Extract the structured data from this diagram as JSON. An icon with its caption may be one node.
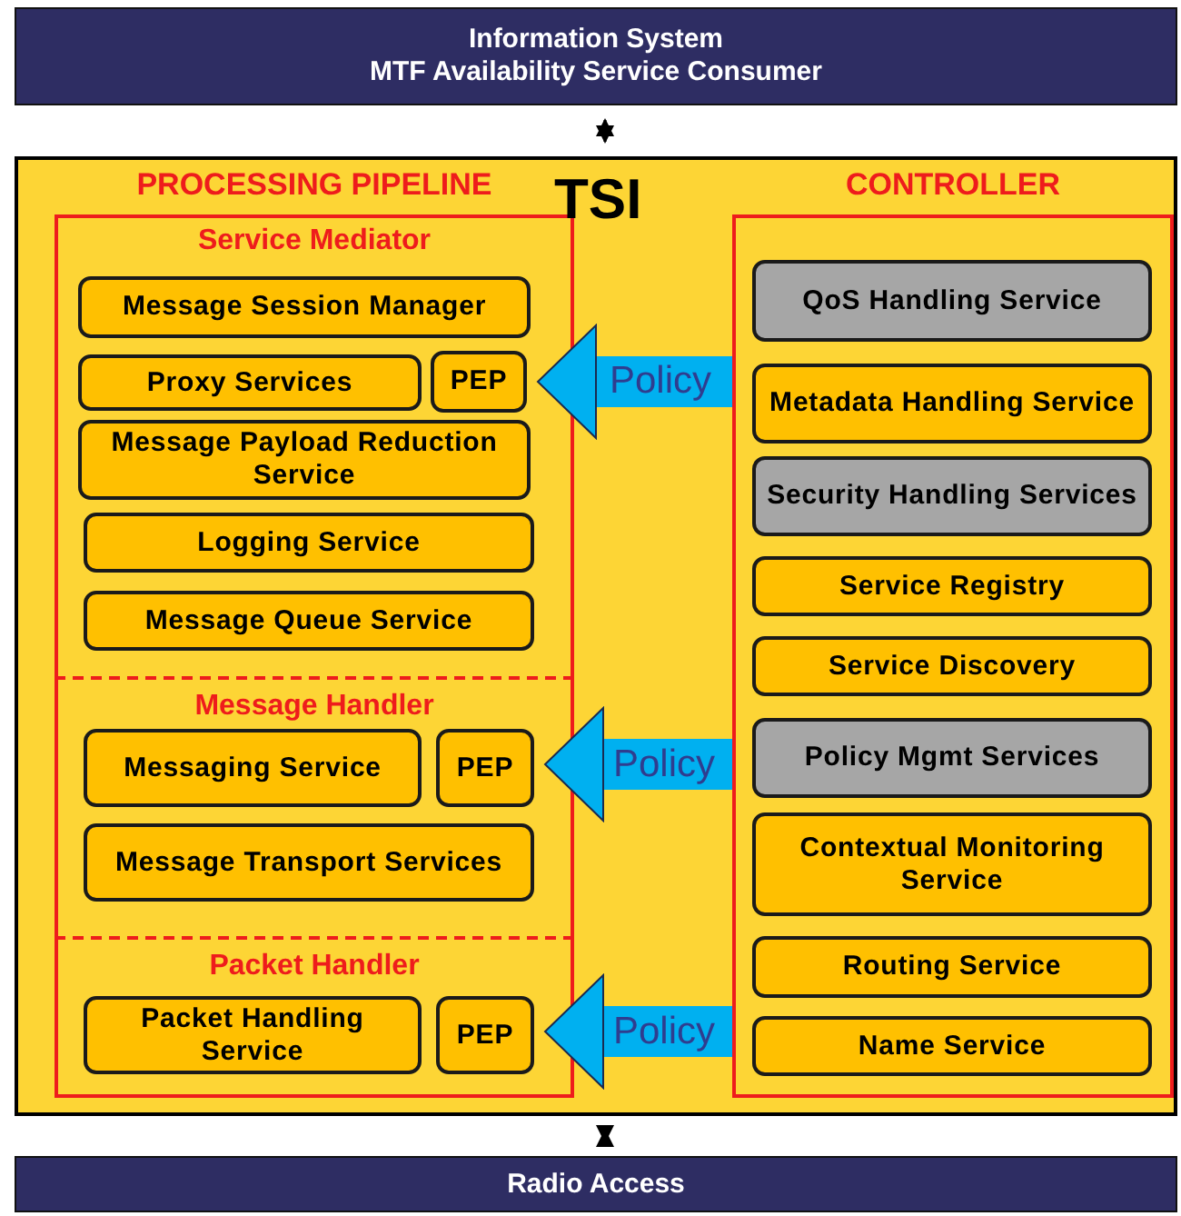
{
  "diagram": {
    "nodes": [
      {
        "text": [
          "Information System",
          "MTF Availability Service Consumer"
        ]
      },
      {
        "text": [
          "TSI"
        ]
      },
      {
        "text": [
          "PROCESSING PIPELINE"
        ],
        "in": 1
      },
      {
        "text": [
          "Service Mediator"
        ],
        "in": 2
      },
      {
        "text": [
          "Message Session Manager"
        ],
        "in": 3
      },
      {
        "text": [
          "Proxy Services"
        ],
        "in": 3
      },
      {
        "text": [
          "PEP"
        ],
        "in": 3
      },
      {
        "text": [
          "Message Payload Reduction Service"
        ],
        "in": 3
      },
      {
        "text": [
          "Logging Service"
        ],
        "in": 3
      },
      {
        "text": [
          "Message Queue Service"
        ],
        "in": 3
      },
      {
        "text": [
          "Message Handler"
        ],
        "in": 2
      },
      {
        "text": [
          "Messaging Service"
        ],
        "in": 10
      },
      {
        "text": [
          "PEP"
        ],
        "in": 10
      },
      {
        "text": [
          "Message Transport Services"
        ],
        "in": 10
      },
      {
        "text": [
          "Packet Handler"
        ],
        "in": 2
      },
      {
        "text": [
          "Packet Handling Service"
        ],
        "in": 14
      },
      {
        "text": [
          "PEP"
        ],
        "in": 14
      },
      {
        "text": [
          "CONTROLLER"
        ],
        "in": 1
      },
      {
        "text": [
          "QoS Handling Service"
        ],
        "in": 17
      },
      {
        "text": [
          "Metadata Handling Service"
        ],
        "in": 17
      },
      {
        "text": [
          "Security Handling Services"
        ],
        "in": 17
      },
      {
        "text": [
          "Service Registry"
        ],
        "in": 17
      },
      {
        "text": [
          "Service Discovery"
        ],
        "in": 17
      },
      {
        "text": [
          "Policy Mgmt Services"
        ],
        "in": 17
      },
      {
        "text": [
          "Contextual Monitoring Service"
        ],
        "in": 17
      },
      {
        "text": [
          "Routing Service"
        ],
        "in": 17
      },
      {
        "text": [
          "Name Service"
        ],
        "in": 17
      },
      {
        "text": [
          "Radio Access"
        ]
      }
    ],
    "edges": [
      {
        "from": 0,
        "to": 1,
        "arrow": "both",
        "color": "#000000"
      },
      {
        "from": 1,
        "to": 27,
        "arrow": "both",
        "color": "#000000"
      },
      {
        "from": 17,
        "to": 6,
        "arrow": "to",
        "label": "Policy"
      },
      {
        "from": 17,
        "to": 12,
        "arrow": "to",
        "label": "Policy"
      },
      {
        "from": 17,
        "to": 16,
        "arrow": "to",
        "label": "Policy"
      }
    ]
  }
}
